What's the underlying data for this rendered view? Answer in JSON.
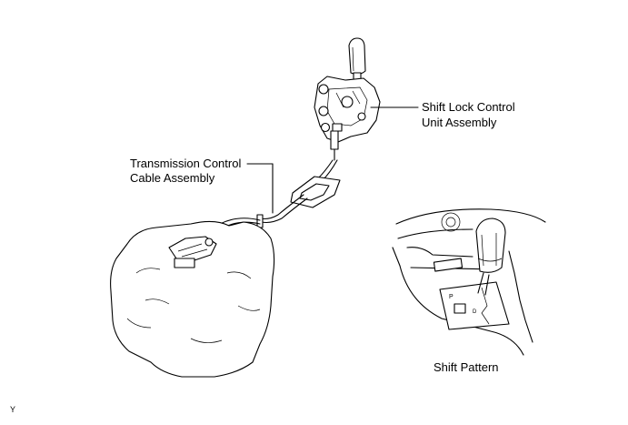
{
  "labels": {
    "shift_lock_line1": "Shift Lock Control",
    "shift_lock_line2": "Unit Assembly",
    "transmission_line1": "Transmission Control",
    "transmission_line2": "Cable Assembly",
    "shift_pattern": "Shift Pattern",
    "corner_mark": "Y"
  }
}
